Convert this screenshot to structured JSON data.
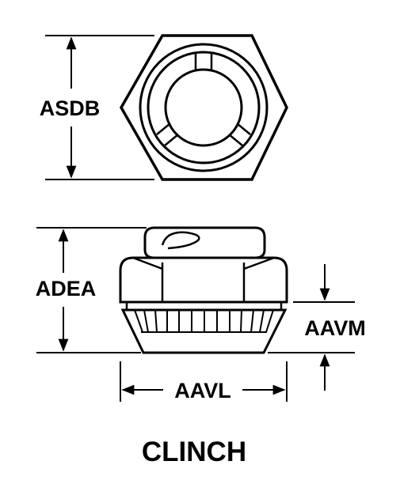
{
  "labels": {
    "top_height": "ASDB",
    "side_height": "ADEA",
    "side_width": "AAVL",
    "collar_height": "AAVM"
  },
  "caption": "CLINCH",
  "colors": {
    "ink": "#000000",
    "paper": "#ffffff"
  }
}
